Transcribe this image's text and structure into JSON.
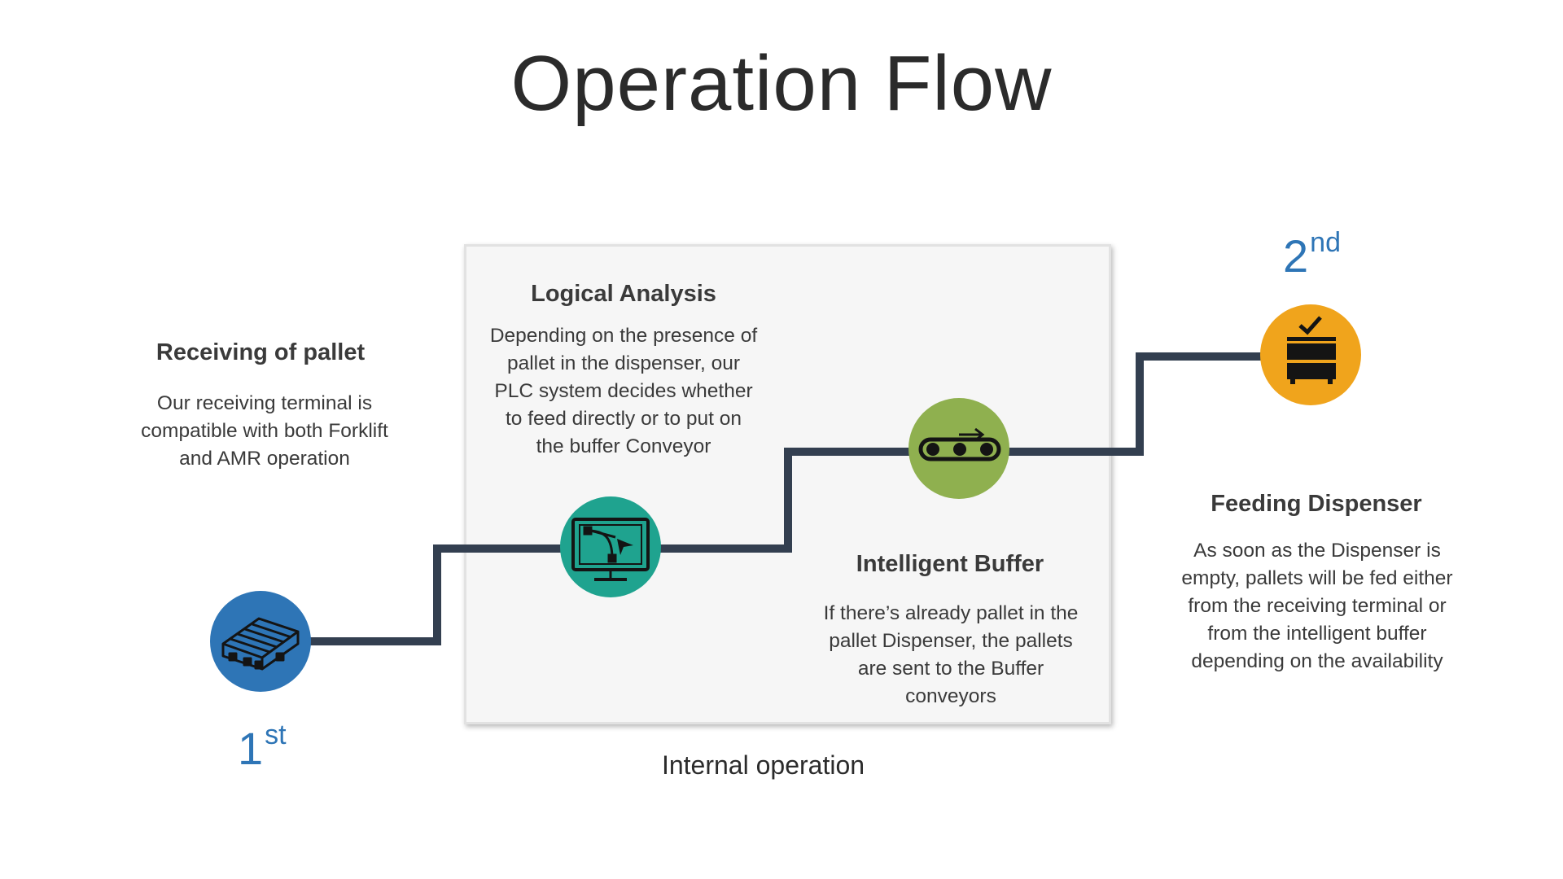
{
  "title": "Operation Flow",
  "colors": {
    "line": "#333f50",
    "step_receiving": "#2e75b6",
    "step_logical": "#1fa38f",
    "step_buffer": "#8fb04f",
    "step_feeding": "#f0a41c",
    "ordinal": "#2e75b6"
  },
  "steps": {
    "receiving": {
      "title": "Receiving of pallet",
      "description": "Our receiving terminal is compatible with both Forklift and AMR operation",
      "icon": "pallet-icon"
    },
    "logical": {
      "title": "Logical Analysis",
      "description": "Depending on the presence of pallet in the dispenser, our PLC system decides whether to feed directly or to put on the buffer Conveyor",
      "icon": "monitor-curve-icon"
    },
    "buffer": {
      "title": "Intelligent Buffer",
      "description": "If there’s already pallet in the pallet Dispenser, the pallets are sent to the Buffer conveyors",
      "icon": "conveyor-icon"
    },
    "feeding": {
      "title": "Feeding Dispenser",
      "description": "As soon as the Dispenser is empty, pallets will be fed either from the receiving terminal or from the intelligent buffer depending on the availability",
      "icon": "dispenser-check-icon"
    }
  },
  "ordinals": {
    "first": {
      "number": "1",
      "suffix": "st"
    },
    "second": {
      "number": "2",
      "suffix": "nd"
    }
  },
  "internal_caption": "Internal operation"
}
